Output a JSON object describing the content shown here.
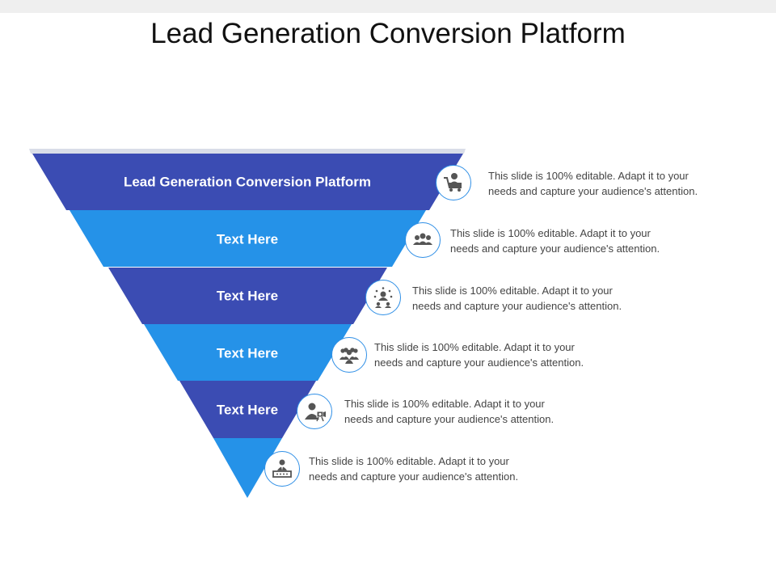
{
  "title": "Lead Generation Conversion Platform",
  "colors": {
    "dark": "#3b4cb3",
    "light": "#2592e8",
    "icon": "#555555",
    "ring": "#2f8fe6"
  },
  "levels": [
    {
      "label": "Lead Generation Conversion Platform",
      "tone": "dark"
    },
    {
      "label": "Text Here",
      "tone": "light"
    },
    {
      "label": "Text Here",
      "tone": "dark"
    },
    {
      "label": "Text Here",
      "tone": "light"
    },
    {
      "label": "Text Here",
      "tone": "dark"
    },
    {
      "label": "",
      "tone": "light"
    }
  ],
  "items": [
    {
      "icon": "shopping-cart-user-icon",
      "line1": "This slide is 100% editable. Adapt it to your",
      "line2": "needs and capture your audience's attention."
    },
    {
      "icon": "group-icon",
      "line1": "This slide is 100% editable. Adapt it to your",
      "line2": "needs and capture your audience's attention."
    },
    {
      "icon": "network-users-icon",
      "line1": "This slide is 100% editable. Adapt it to your",
      "line2": "needs and capture your audience's attention."
    },
    {
      "icon": "team-icon",
      "line1": "This slide is 100% editable. Adapt it to your",
      "line2": "needs and capture your audience's attention."
    },
    {
      "icon": "user-camera-icon",
      "line1": "This slide is 100% editable. Adapt it to your",
      "line2": "needs and capture your audience's attention."
    },
    {
      "icon": "presenter-icon",
      "line1": "This slide is 100% editable. Adapt it to your",
      "line2": "needs and capture your audience's attention."
    }
  ]
}
